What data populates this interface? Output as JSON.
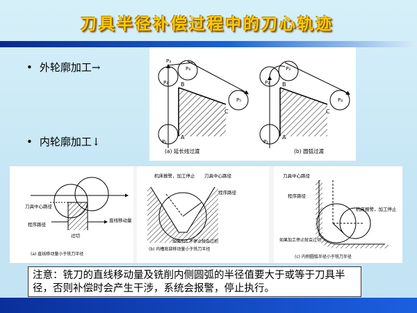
{
  "slide": {
    "title": "刀具半径补偿过程中的刀心轨迹",
    "bullets": [
      {
        "label": "外轮廓加工→"
      },
      {
        "label": "内轮廓加工↓"
      }
    ],
    "note": "注意：铣刀的直线移动量及铣削内侧圆弧的半径值要大于或等于刀具半径，否则补偿时会产生干涉，系统会报警，停止执行。"
  },
  "figure_top": {
    "point_labels": {
      "P1": "P₁",
      "P2": "P₂",
      "P3": "P₃",
      "P4": "P₄",
      "P5": "P₅",
      "A": "A",
      "B": "B",
      "C": "C"
    },
    "caption_a": "(a) 延长线过渡",
    "caption_b": "(b) 圆弧过渡"
  },
  "figure_bottom": {
    "panel_a": {
      "tool_center_path": "刀具中心路径",
      "program_path": "程序路径",
      "straight_move": "直线移动量",
      "overcut": "过切",
      "caption": "(a) 直线移动量小于铣刀半径"
    },
    "panel_b": {
      "alarm": "机床报警，加工停止",
      "tool_center_path": "刀具中心路径",
      "program_path": "程序路径",
      "overcut_note": "如果加工不停止就会过切",
      "caption": "(b) 内槽底部移动量小于铣刀半径"
    },
    "panel_c": {
      "tool_center_path": "刀具中心路径",
      "program_path": "程序路径",
      "alarm": "机床报警，加工停止",
      "overcut_note": "如果加工停止就会过切",
      "caption": "(c) 内侧圆弧半径小于铣刀半径"
    }
  }
}
